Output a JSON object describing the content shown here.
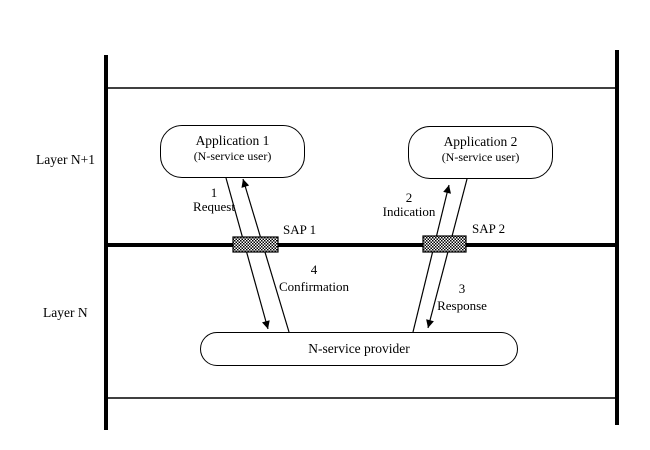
{
  "diagram": {
    "title_hint": "service-primitives-layer-diagram",
    "colors": {
      "stroke": "#000000",
      "background": "#ffffff",
      "sap_fill_pattern": "black-white-checker"
    },
    "layers": {
      "upper": "Layer N+1",
      "lower": "Layer N"
    },
    "nodes": {
      "app1": {
        "title": "Application 1",
        "subtitle": "(N-service user)"
      },
      "app2": {
        "title": "Application 2",
        "subtitle": "(N-service user)"
      },
      "provider": {
        "label": "N-service provider"
      }
    },
    "saps": {
      "sap1": "SAP 1",
      "sap2": "SAP 2"
    },
    "messages": {
      "request": {
        "number": "1",
        "label": "Request"
      },
      "indication": {
        "number": "2",
        "label": "Indication"
      },
      "response": {
        "number": "3",
        "label": "Response"
      },
      "confirmation": {
        "number": "4",
        "label": "Confirmation"
      }
    }
  }
}
